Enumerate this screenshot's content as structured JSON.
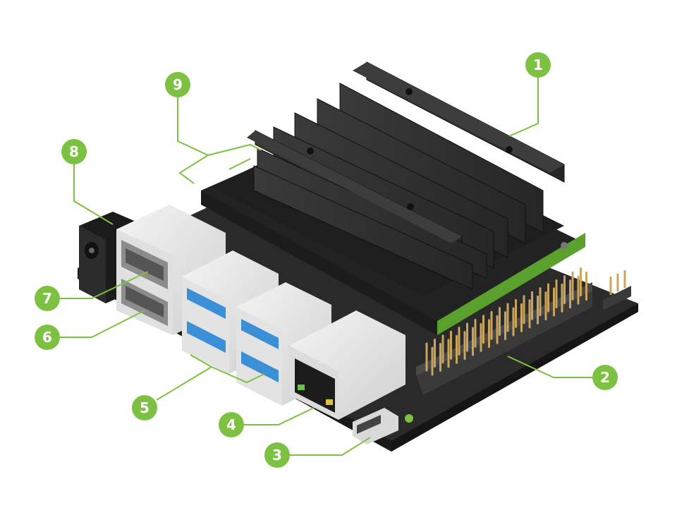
{
  "diagram": {
    "callouts": [
      {
        "id": "c1",
        "number": "1",
        "target": "heatsink"
      },
      {
        "id": "c2",
        "number": "2",
        "target": "gpio-header"
      },
      {
        "id": "c3",
        "number": "3",
        "target": "micro-usb-port"
      },
      {
        "id": "c4",
        "number": "4",
        "target": "ethernet-port"
      },
      {
        "id": "c5",
        "number": "5",
        "target": "usb3-ports"
      },
      {
        "id": "c6",
        "number": "6",
        "target": "hdmi-port"
      },
      {
        "id": "c7",
        "number": "7",
        "target": "displayport"
      },
      {
        "id": "c8",
        "number": "8",
        "target": "dc-barrel-jack"
      },
      {
        "id": "c9",
        "number": "9",
        "target": "mipi-csi-connectors"
      }
    ],
    "colors": {
      "callout_fill": "#7dc142",
      "callout_text": "#ffffff",
      "leader_line": "#7dc142",
      "board": "#2b2b2b",
      "heatsink": "#2f2f2f",
      "port_white": "#e9e9e9",
      "usb_blue": "#3a8fd6",
      "pin_gold": "#c9a45c"
    }
  }
}
